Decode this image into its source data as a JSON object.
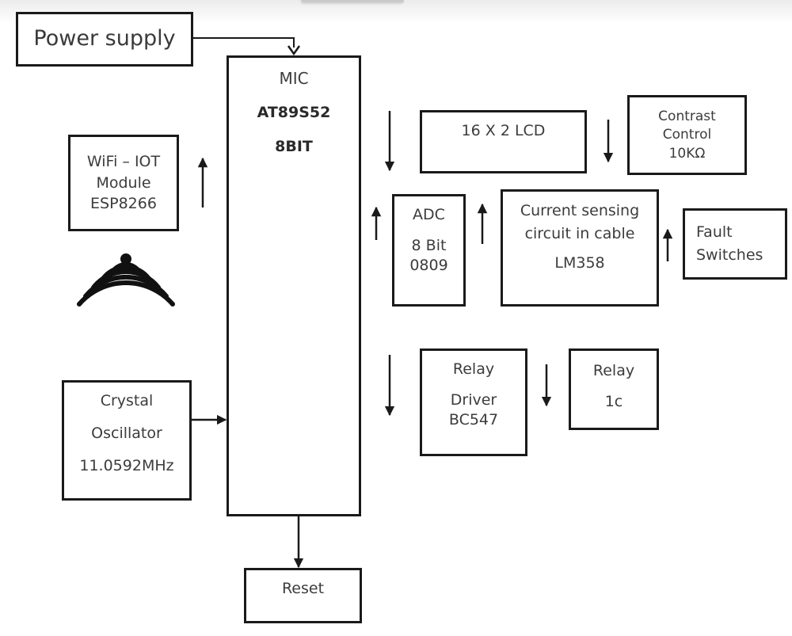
{
  "diagram": {
    "blocks": {
      "power_supply": {
        "lines": [
          "Power supply"
        ]
      },
      "mcu": {
        "lines": [
          "MIC",
          "AT89S52",
          "8BIT"
        ]
      },
      "wifi": {
        "lines": [
          "WiFi – IOT",
          "Module",
          "ESP8266"
        ]
      },
      "lcd": {
        "lines": [
          "16 X 2 LCD"
        ]
      },
      "contrast": {
        "lines": [
          "Contrast",
          "Control",
          "10KΩ"
        ]
      },
      "adc": {
        "lines": [
          "ADC",
          "8 Bit",
          "0809"
        ]
      },
      "current_sensing": {
        "lines": [
          "Current sensing",
          "circuit in cable",
          "LM358"
        ]
      },
      "fault_switches": {
        "lines": [
          "Fault",
          "Switches"
        ]
      },
      "relay_driver": {
        "lines": [
          "Relay",
          "Driver",
          "BC547"
        ]
      },
      "relay": {
        "lines": [
          "Relay",
          "1c"
        ]
      },
      "crystal": {
        "lines": [
          "Crystal",
          "Oscillator",
          "11.0592MHz"
        ]
      },
      "reset": {
        "lines": [
          "Reset"
        ]
      }
    },
    "icons": {
      "wireless": "wifi-signal-icon"
    },
    "colors": {
      "line": "#1a1a1a",
      "text": "#3c3c3c",
      "background": "#ffffff"
    }
  }
}
